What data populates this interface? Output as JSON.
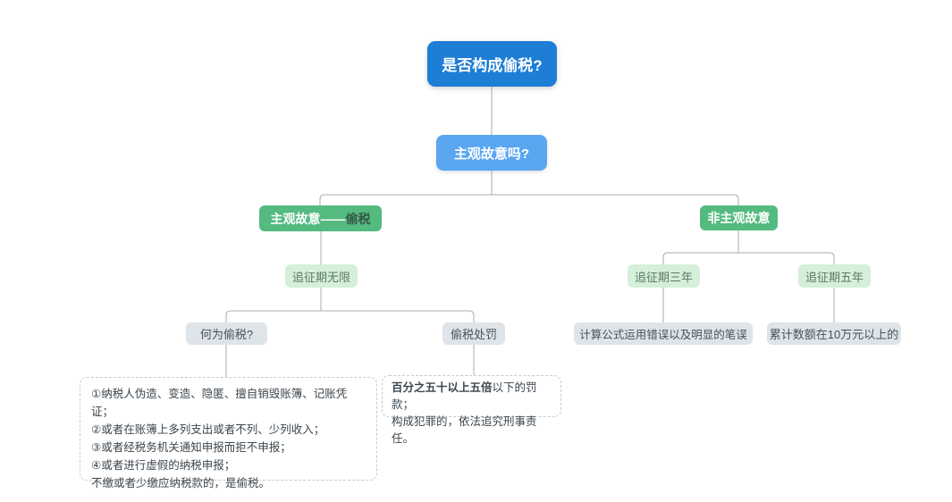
{
  "colors": {
    "node_blue": "#1e7ed6",
    "node_blue_light": "#5ba6f0",
    "node_green": "#55ba80",
    "node_green_light": "#d6efd8",
    "node_gray": "#dfe4e8",
    "highlight_text": "#355848",
    "line": "#aaacae"
  },
  "nodes": {
    "root": "是否构成偷税?",
    "question": "主观故意吗?",
    "intentional_prefix": "主观故意——",
    "intentional_highlight": "偷税",
    "unintentional": "非主观故意",
    "period_unlimited": "追征期无限",
    "period_three_years": "追征期三年",
    "period_five_years": "追征期五年",
    "what_is": "何为偷税?",
    "penalty": "偷税处罚",
    "reason_three_years": "计算公式运用错误以及明显的笔误",
    "reason_five_years": "累计数额在10万元以上的"
  },
  "definition": {
    "lines": [
      "①纳税人伪造、变造、隐匿、擅自销毁账簿、记账凭证；",
      "②或者在账簿上多列支出或者不列、少列收入；",
      "③或者经税务机关通知申报而拒不申报；",
      "④或者进行虚假的纳税申报；",
      "不缴或者少缴应纳税款的，是偷税。"
    ]
  },
  "penalty_detail": {
    "bold": "百分之五十以上五倍",
    "rest": "以下的罚款；",
    "line2": "构成犯罪的，依法追究刑事责任。"
  }
}
